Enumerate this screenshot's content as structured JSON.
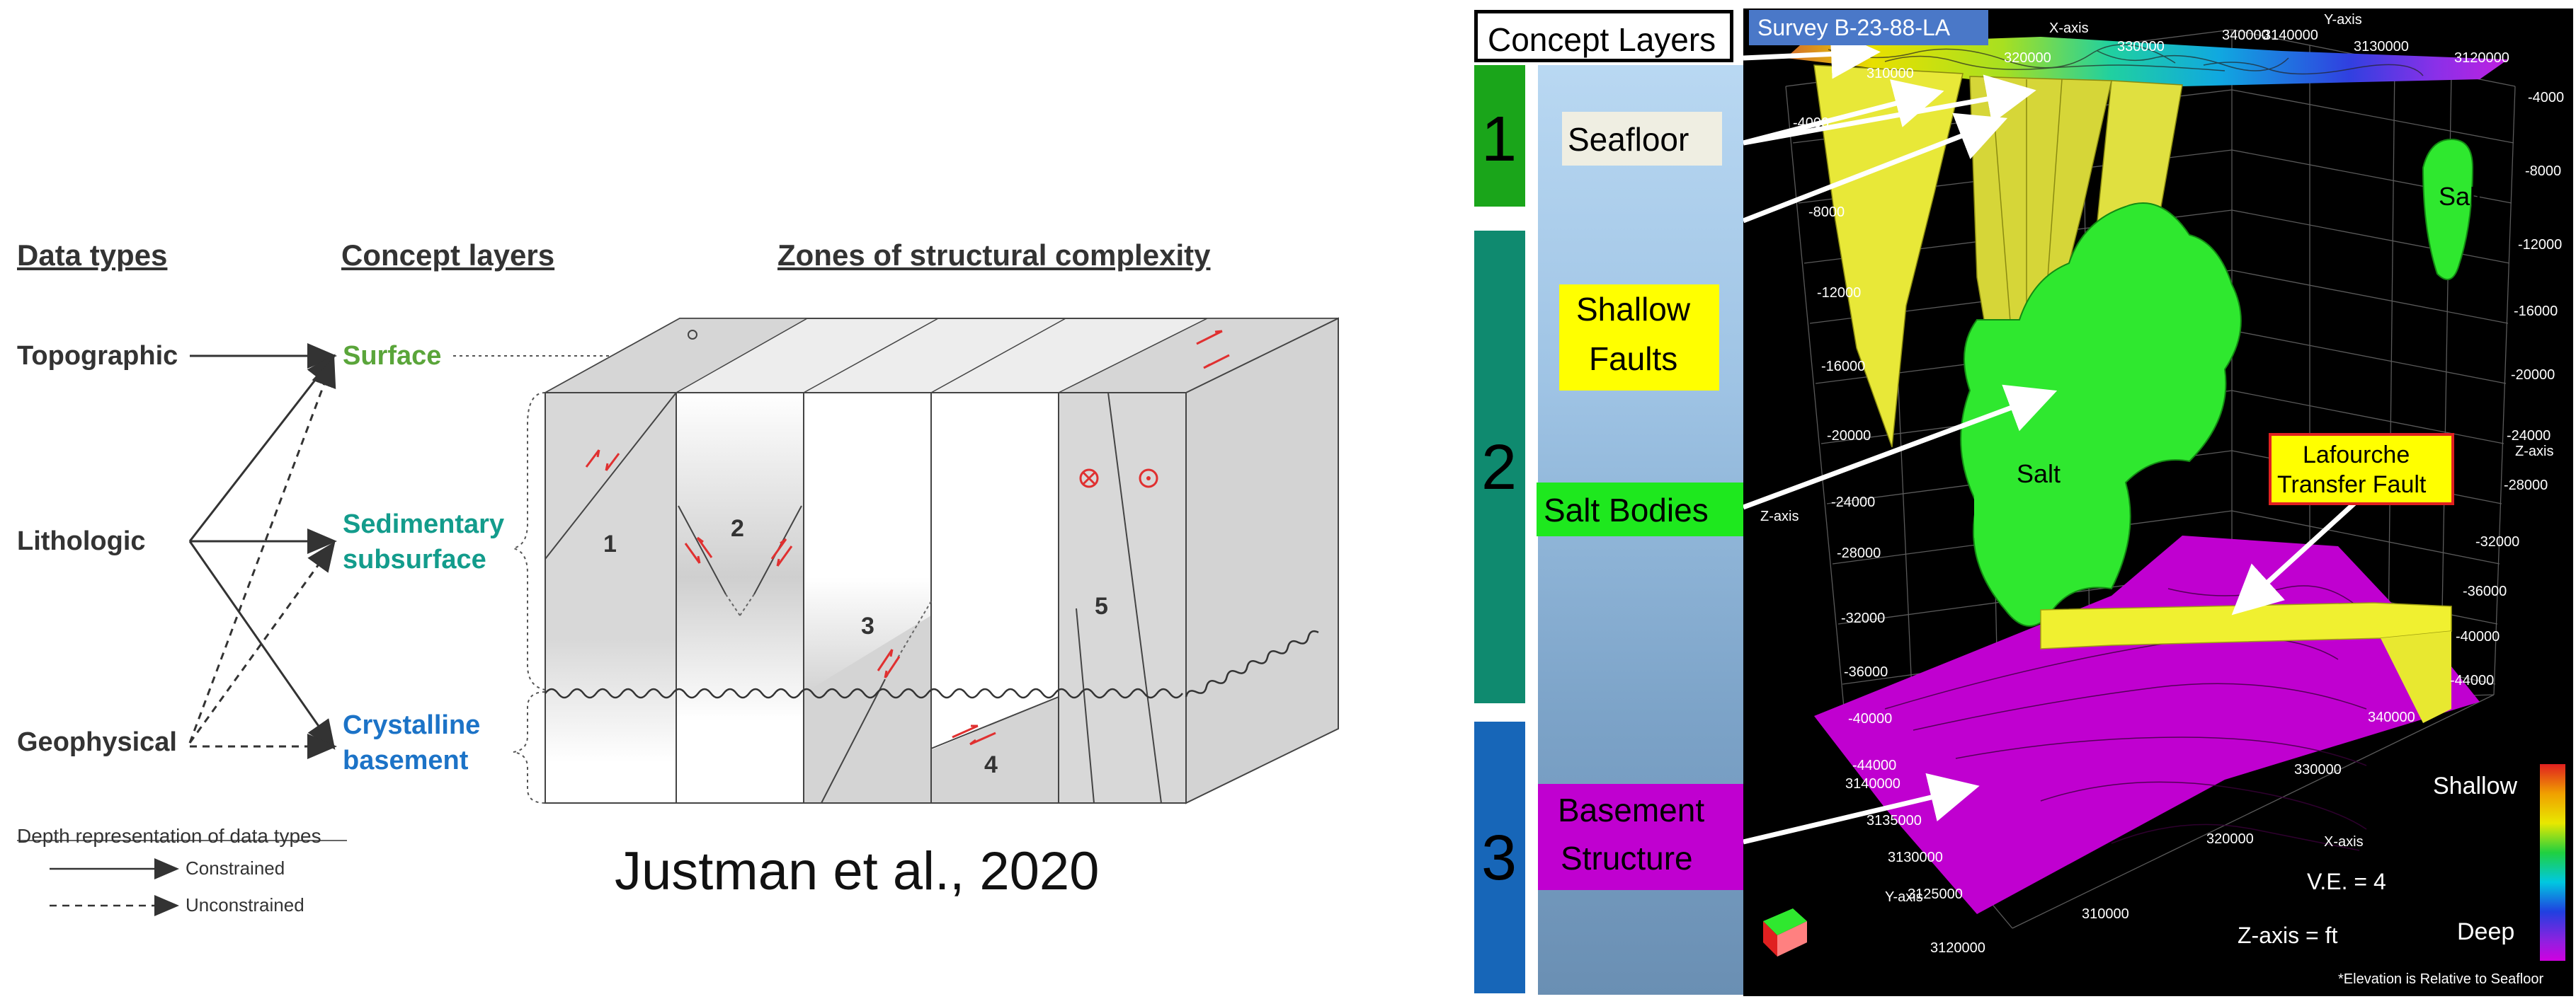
{
  "left_panel": {
    "headers": {
      "data_types": "Data types",
      "concept_layers": "Concept layers",
      "zones": "Zones of structural complexity"
    },
    "data_types": [
      "Topographic",
      "Lithologic",
      "Geophysical"
    ],
    "concept_layers": {
      "surface": "Surface",
      "sedimentary_line1": "Sedimentary",
      "sedimentary_line2": "subsurface",
      "crystalline_line1": "Crystalline",
      "crystalline_line2": "basement"
    },
    "zone_numbers": [
      "1",
      "2",
      "3",
      "4",
      "5"
    ],
    "legend": {
      "title": "Depth representation of data types",
      "constrained": "Constrained",
      "unconstrained": "Unconstrained"
    },
    "citation": "Justman et al., 2020"
  },
  "right_panel": {
    "concept_title": "Concept Layers",
    "survey_label": "Survey B-23-88-LA",
    "layer_numbers": [
      "1",
      "2",
      "3"
    ],
    "labels": {
      "seafloor": "Seafloor",
      "shallow_faults_line1": "Shallow",
      "shallow_faults_line2": "Faults",
      "salt_bodies": "Salt Bodies",
      "basement_line1": "Basement",
      "basement_line2": "Structure",
      "lafourche_line1": "Lafourche",
      "lafourche_line2": "Transfer Fault",
      "salt_main": "Salt",
      "salt_small": "Salt"
    },
    "axes": {
      "x_axis_top": "X-axis",
      "y_axis_top": "Y-axis",
      "z_axis_left": "Z-axis",
      "z_axis_right": "Z-axis",
      "x_axis_bottom": "X-axis",
      "y_axis_bottom": "Y-axis",
      "x_ticks_top": [
        "310000",
        "320000",
        "330000",
        "340000"
      ],
      "y_ticks_top": [
        "3140000",
        "3130000",
        "3120000"
      ],
      "z_ticks_left": [
        "-4000",
        "-8000",
        "-12000",
        "-16000",
        "-20000",
        "-24000",
        "-28000",
        "-32000",
        "-36000",
        "-40000",
        "-44000"
      ],
      "z_ticks_right": [
        "-4000",
        "-8000",
        "-12000",
        "-16000",
        "-20000",
        "-24000",
        "-28000",
        "-32000",
        "-36000",
        "-40000",
        "-44000"
      ],
      "y_ticks_bottom": [
        "3140000",
        "3135000",
        "3130000",
        "3125000",
        "3120000"
      ],
      "x_ticks_bottom": [
        "310000",
        "320000",
        "330000",
        "340000"
      ]
    },
    "legend": {
      "shallow": "Shallow",
      "deep": "Deep",
      "ve": "V.E. = 4",
      "zaxis": "Z-axis = ft",
      "footnote": "*Elevation is Relative to Seafloor"
    },
    "colors": {
      "green_bar": "#1aa51a",
      "teal_bar": "#0f8a6f",
      "blue_bar": "#1766b8",
      "magenta": "#c000d0",
      "salt_green": "#2fe82f",
      "fault_yellow": "#e8e838"
    }
  }
}
